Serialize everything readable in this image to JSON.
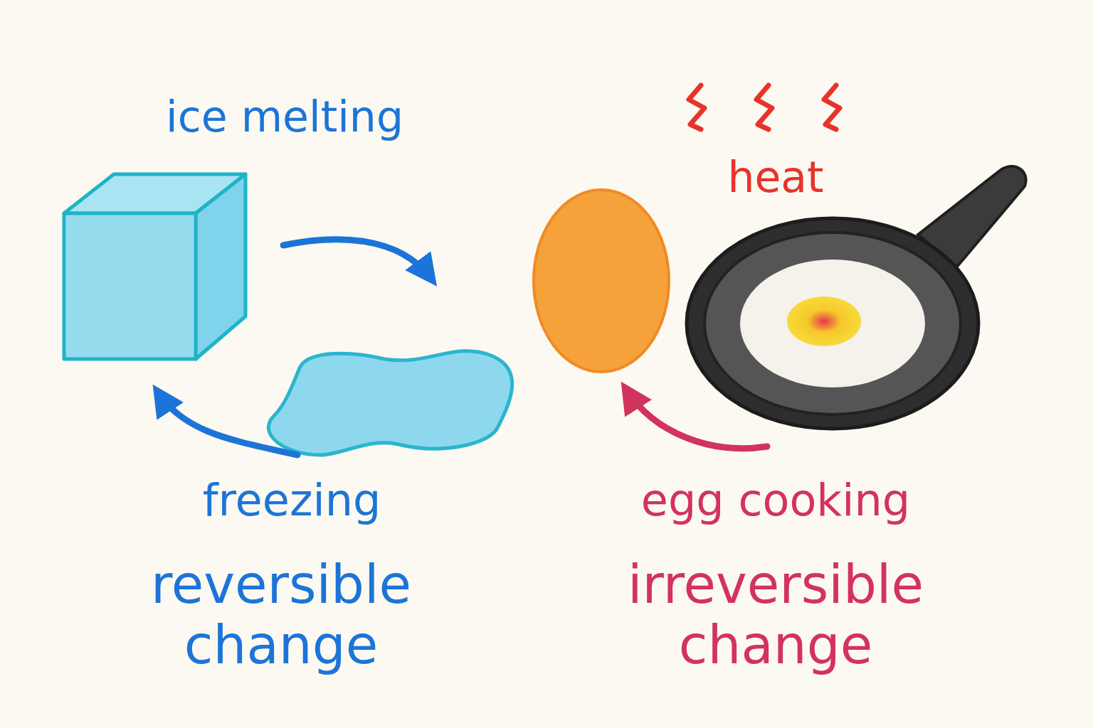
{
  "diagram": {
    "labels": [
      "ice melting",
      "freezing",
      "reversible change",
      "heat",
      "egg cooking",
      "irreversible change"
    ]
  }
}
